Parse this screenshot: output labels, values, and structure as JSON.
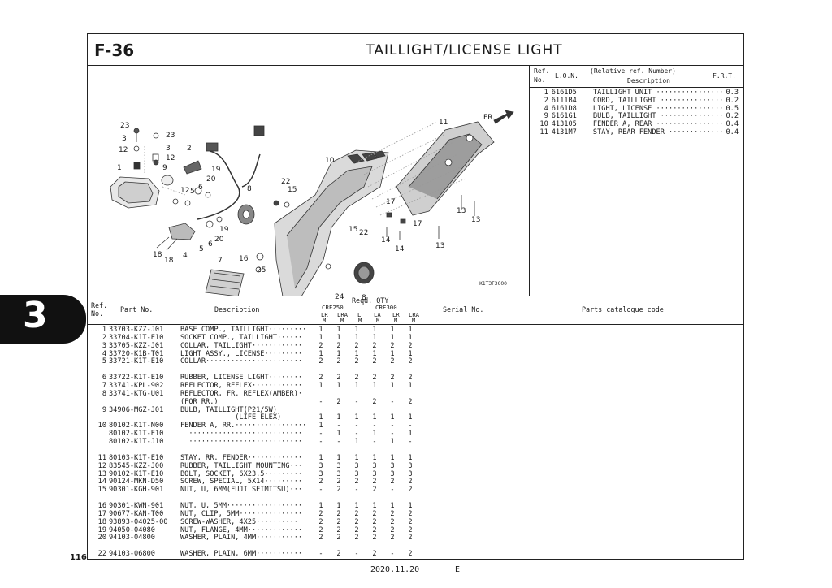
{
  "header": {
    "figure": "F-36",
    "title": "TAILLIGHT/LICENSE LIGHT"
  },
  "diagram": {
    "code": "K1T3F3600",
    "arrow_label": "FR.",
    "callouts": [
      {
        "t": "23"
      },
      {
        "t": "23"
      },
      {
        "t": "3"
      },
      {
        "t": "3"
      },
      {
        "t": "12"
      },
      {
        "t": "12"
      },
      {
        "t": "1"
      },
      {
        "t": "2"
      },
      {
        "t": "9"
      },
      {
        "t": "12"
      },
      {
        "t": "19"
      },
      {
        "t": "20"
      },
      {
        "t": "6"
      },
      {
        "t": "5"
      },
      {
        "t": "8"
      },
      {
        "t": "10"
      },
      {
        "t": "22"
      },
      {
        "t": "15"
      },
      {
        "t": "11"
      },
      {
        "t": "17"
      },
      {
        "t": "17"
      },
      {
        "t": "13"
      },
      {
        "t": "13"
      },
      {
        "t": "13"
      },
      {
        "t": "14"
      },
      {
        "t": "14"
      },
      {
        "t": "15"
      },
      {
        "t": "22"
      },
      {
        "t": "19"
      },
      {
        "t": "20"
      },
      {
        "t": "6"
      },
      {
        "t": "5"
      },
      {
        "t": "4"
      },
      {
        "t": "18"
      },
      {
        "t": "18"
      },
      {
        "t": "7"
      },
      {
        "t": "16"
      },
      {
        "t": "25"
      },
      {
        "t": "24"
      },
      {
        "t": "8"
      }
    ]
  },
  "lon_table": {
    "h_ref": "Ref.",
    "h_no": "No.",
    "h_lon": "L.O.N.",
    "h_rel": "(Relative ref. Number)",
    "h_desc": "Description",
    "h_frt": "F.R.T.",
    "rows": [
      {
        "ref": "1",
        "lon": "6161D5",
        "desc": "TAILLIGHT UNIT ················",
        "frt": "0.3"
      },
      {
        "ref": "2",
        "lon": "6111B4",
        "desc": "CORD, TAILLIGHT ···············",
        "frt": "0.2"
      },
      {
        "ref": "4",
        "lon": "6161D8",
        "desc": "LIGHT, LICENSE ················",
        "frt": "0.5"
      },
      {
        "ref": "9",
        "lon": "6161G1",
        "desc": "BULB, TAILLIGHT ···············",
        "frt": "0.2"
      },
      {
        "ref": "10",
        "lon": "413105",
        "desc": "FENDER A, REAR ················",
        "frt": "0.4"
      },
      {
        "ref": "11",
        "lon": "4131M7",
        "desc": "STAY, REAR FENDER ·············",
        "frt": "0.4"
      }
    ]
  },
  "parts_table": {
    "h_ref": "Ref.",
    "h_no": "No.",
    "h_part": "Part No.",
    "h_desc": "Description",
    "h_qty": "Reqd. QTY",
    "h_crf250": "CRF250",
    "h_crf300": "CRF300",
    "h_models": [
      "LR",
      "LRA",
      "L",
      "LA",
      "LR",
      "LRA"
    ],
    "h_m": "M",
    "h_serial": "Serial No.",
    "h_catalogue": "Parts catalogue code",
    "groups": [
      [
        {
          "ref": "1",
          "pn": "33703-KZZ-J01",
          "ds": "BASE COMP., TAILLIGHT·········",
          "q": [
            "1",
            "1",
            "1",
            "1",
            "1",
            "1"
          ]
        },
        {
          "ref": "2",
          "pn": "33704-K1T-E10",
          "ds": "SOCKET COMP., TAILLIGHT······",
          "q": [
            "1",
            "1",
            "1",
            "1",
            "1",
            "1"
          ]
        },
        {
          "ref": "3",
          "pn": "33705-KZZ-J01",
          "ds": "COLLAR, TAILLIGHT············",
          "q": [
            "2",
            "2",
            "2",
            "2",
            "2",
            "2"
          ]
        },
        {
          "ref": "4",
          "pn": "33720-K1B-T01",
          "ds": "LIGHT ASSY., LICENSE·········",
          "q": [
            "1",
            "1",
            "1",
            "1",
            "1",
            "1"
          ]
        },
        {
          "ref": "5",
          "pn": "33721-K1T-E10",
          "ds": "COLLAR·······················",
          "q": [
            "2",
            "2",
            "2",
            "2",
            "2",
            "2"
          ]
        }
      ],
      [
        {
          "ref": "6",
          "pn": "33722-K1T-E10",
          "ds": "RUBBER, LICENSE LIGHT········",
          "q": [
            "2",
            "2",
            "2",
            "2",
            "2",
            "2"
          ]
        },
        {
          "ref": "7",
          "pn": "33741-KPL-902",
          "ds": "REFLECTOR, REFLEX············",
          "q": [
            "1",
            "1",
            "1",
            "1",
            "1",
            "1"
          ]
        },
        {
          "ref": "8",
          "pn": "33741-KTG-U01",
          "ds": "REFLECTOR, FR. REFLEX(AMBER)·",
          "q": [
            "",
            "",
            "",
            "",
            "",
            ""
          ]
        },
        {
          "ref": "",
          "pn": "",
          "ds": "(FOR RR.)",
          "q": [
            "-",
            "2",
            "-",
            "2",
            "-",
            "2"
          ]
        },
        {
          "ref": "9",
          "pn": "34906-MGZ-J01",
          "ds": "BULB, TAILLIGHT(P21/5W)",
          "q": [
            "",
            "",
            "",
            "",
            "",
            ""
          ]
        },
        {
          "ref": "",
          "pn": "",
          "ds": "             (LIFE ELEX)",
          "q": [
            "1",
            "1",
            "1",
            "1",
            "1",
            "1"
          ]
        },
        {
          "ref": "10",
          "pn": "80102-K1T-N00",
          "ds": "FENDER A, RR.·················",
          "q": [
            "1",
            "-",
            "-",
            "-",
            "-",
            "-"
          ]
        },
        {
          "ref": "",
          "pn": "80102-K1T-E10",
          "ds": "  ···························",
          "q": [
            "-",
            "1",
            "-",
            "1",
            "-",
            "1"
          ]
        },
        {
          "ref": "",
          "pn": "80102-K1T-J10",
          "ds": "  ···························",
          "q": [
            "-",
            "-",
            "1",
            "-",
            "1",
            "-"
          ]
        }
      ],
      [
        {
          "ref": "11",
          "pn": "80103-K1T-E10",
          "ds": "STAY, RR. FENDER·············",
          "q": [
            "1",
            "1",
            "1",
            "1",
            "1",
            "1"
          ]
        },
        {
          "ref": "12",
          "pn": "83545-KZZ-J00",
          "ds": "RUBBER, TAILLIGHT MOUNTING···",
          "q": [
            "3",
            "3",
            "3",
            "3",
            "3",
            "3"
          ]
        },
        {
          "ref": "13",
          "pn": "90102-K1T-E10",
          "ds": "BOLT, SOCKET, 6X23.5·········",
          "q": [
            "3",
            "3",
            "3",
            "3",
            "3",
            "3"
          ]
        },
        {
          "ref": "14",
          "pn": "90124-MKN-D50",
          "ds": "SCREW, SPECIAL, 5X14·········",
          "q": [
            "2",
            "2",
            "2",
            "2",
            "2",
            "2"
          ]
        },
        {
          "ref": "15",
          "pn": "90301-KGH-901",
          "ds": "NUT, U, 6MM(FUJI SEIMITSU)···",
          "q": [
            "-",
            "2",
            "-",
            "2",
            "-",
            "2"
          ]
        }
      ],
      [
        {
          "ref": "16",
          "pn": "90301-KWN-901",
          "ds": "NUT, U, 5MM··················",
          "q": [
            "1",
            "1",
            "1",
            "1",
            "1",
            "1"
          ]
        },
        {
          "ref": "17",
          "pn": "90677-KAN-T00",
          "ds": "NUT, CLIP, 5MM···············",
          "q": [
            "2",
            "2",
            "2",
            "2",
            "2",
            "2"
          ]
        },
        {
          "ref": "18",
          "pn": "93893-04025-00",
          "ds": "SCREW-WASHER, 4X25··········",
          "q": [
            "2",
            "2",
            "2",
            "2",
            "2",
            "2"
          ]
        },
        {
          "ref": "19",
          "pn": "94050-04080",
          "ds": "NUT, FLANGE, 4MM·············",
          "q": [
            "2",
            "2",
            "2",
            "2",
            "2",
            "2"
          ]
        },
        {
          "ref": "20",
          "pn": "94103-04800",
          "ds": "WASHER, PLAIN, 4MM···········",
          "q": [
            "2",
            "2",
            "2",
            "2",
            "2",
            "2"
          ]
        }
      ],
      [
        {
          "ref": "22",
          "pn": "94103-06800",
          "ds": "WASHER, PLAIN, 6MM···········",
          "q": [
            "-",
            "2",
            "-",
            "2",
            "-",
            "2"
          ]
        }
      ]
    ]
  },
  "section_tab": "3",
  "footer": {
    "page": "116",
    "date": "2020.11.20",
    "edition": "E"
  }
}
